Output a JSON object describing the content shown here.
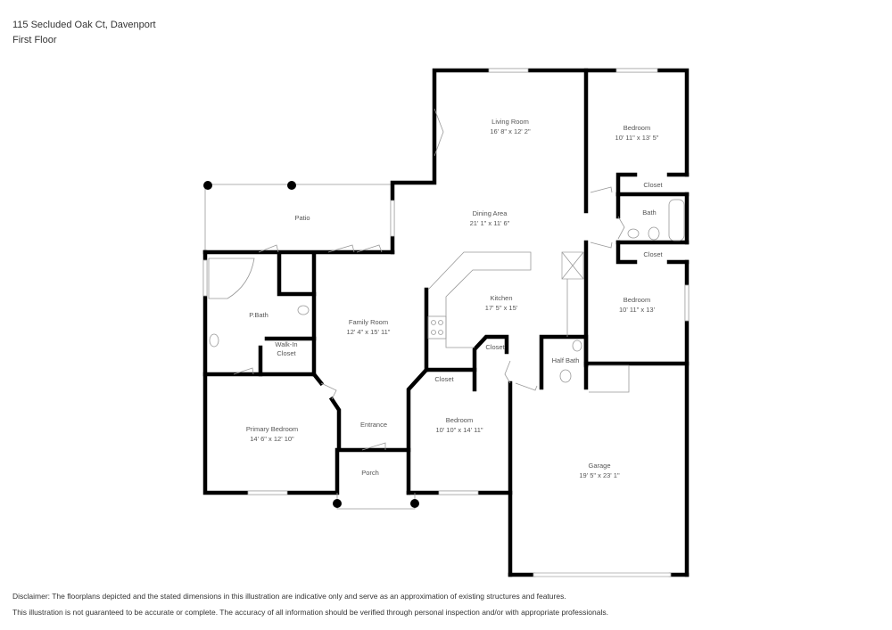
{
  "header": {
    "address": "115 Secluded Oak Ct, Davenport",
    "floor": "First Floor"
  },
  "rooms": {
    "living_room": {
      "name": "Living Room",
      "dims": "16' 8\" x 12' 2\""
    },
    "bedroom_ne": {
      "name": "Bedroom",
      "dims": "10' 11\" x 13' 5\""
    },
    "closet_ne": {
      "name": "Closet"
    },
    "bath": {
      "name": "Bath"
    },
    "closet_e": {
      "name": "Closet"
    },
    "dining_area": {
      "name": "Dining Area",
      "dims": "21' 1\" x 11' 6\""
    },
    "patio": {
      "name": "Patio"
    },
    "kitchen": {
      "name": "Kitchen",
      "dims": "17' 5\" x 15'"
    },
    "bedroom_e": {
      "name": "Bedroom",
      "dims": "10' 11\" x 13'"
    },
    "p_bath": {
      "name": "P.Bath"
    },
    "walk_in_closet_1": {
      "name": "Walk-In"
    },
    "walk_in_closet_2": {
      "name": "Closet"
    },
    "family_room": {
      "name": "Family Room",
      "dims": "12' 4\" x 15' 11\""
    },
    "closet_kitchen": {
      "name": "Closet"
    },
    "half_bath": {
      "name": "Half Bath"
    },
    "closet_bedroom_s": {
      "name": "Closet"
    },
    "primary_bedroom": {
      "name": "Primary Bedroom",
      "dims": "14' 6\" x 12' 10\""
    },
    "entrance": {
      "name": "Entrance"
    },
    "bedroom_s": {
      "name": "Bedroom",
      "dims": "10' 10\" x 14' 11\""
    },
    "porch": {
      "name": "Porch"
    },
    "garage": {
      "name": "Garage",
      "dims": "19' 5\" x 23' 1\""
    }
  },
  "disclaimer": {
    "line1": "Disclaimer: The floorplans depicted and the stated dimensions in this illustration are indicative only and serve as an approximation of existing structures and features.",
    "line2": "This illustration is not guaranteed to be accurate or complete. The accuracy of all information should be verified through personal inspection and/or with appropriate professionals."
  }
}
